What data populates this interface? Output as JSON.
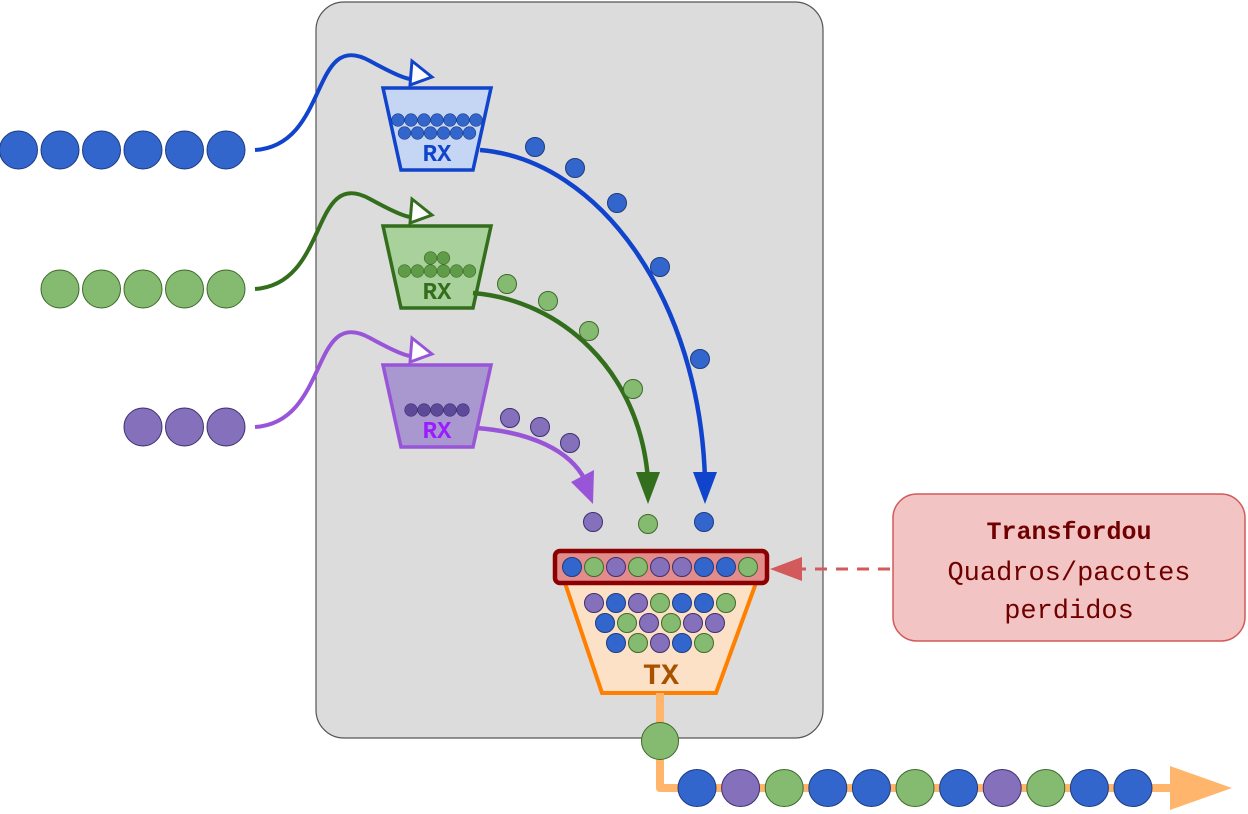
{
  "colors": {
    "blue": "#3366cc",
    "blue_dark": "#1144cc",
    "blue_fill": "#c4d6f4",
    "green": "#85bb70",
    "green_dark": "#336e1d",
    "green_fill": "#a9d19b",
    "purple": "#8470bb",
    "purple_dark": "#9955d8",
    "purple_fill": "#a898cf",
    "tx_fill": "#fde1c7",
    "tx_stroke": "#ff8000",
    "tx_text": "#a85200",
    "queue_fill": "#e48c8c",
    "queue_stroke": "#8b0000",
    "callout_fill": "#f3c4c4",
    "callout_stroke": "#d25a5a",
    "callout_text": "#700000",
    "output_line": "#ffb56b",
    "switch_bg": "#dcdcdc"
  },
  "inputs": [
    {
      "name": "blue",
      "packets": 6
    },
    {
      "name": "green",
      "packets": 5
    },
    {
      "name": "purple",
      "packets": 3
    }
  ],
  "rx_buffers": [
    {
      "label": "RX",
      "color": "blue",
      "rows": [
        7,
        6
      ]
    },
    {
      "label": "RX",
      "color": "green",
      "rows": [
        2,
        6
      ]
    },
    {
      "label": "RX",
      "color": "purple",
      "rows": [
        5
      ]
    }
  ],
  "in_flight": {
    "blue": 5,
    "green": 5,
    "purple": 4
  },
  "tx_buffer": {
    "label": "TX",
    "overflow_row": [
      "blue",
      "green",
      "purple",
      "green",
      "purple",
      "purple",
      "blue",
      "blue",
      "green"
    ],
    "rows": [
      [
        "purple",
        "blue",
        "purple",
        "green",
        "blue",
        "blue",
        "green"
      ],
      [
        "blue",
        "green",
        "purple",
        "green",
        "purple",
        "purple"
      ],
      [
        "blue",
        "green",
        "purple",
        "blue",
        "green"
      ]
    ]
  },
  "callout": {
    "title": "Transfordou",
    "line1": "Quadros/pacotes",
    "line2": "perdidos"
  },
  "output": {
    "exiting": "green",
    "packets": [
      "blue",
      "purple",
      "green",
      "blue",
      "blue",
      "green",
      "blue",
      "purple",
      "green",
      "blue",
      "blue"
    ]
  }
}
